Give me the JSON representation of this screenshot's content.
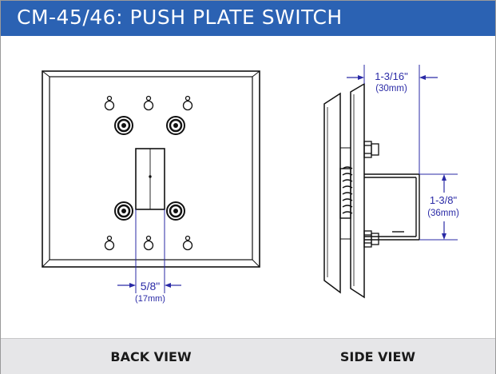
{
  "header": {
    "title": "CM-45/46: PUSH PLATE SWITCH"
  },
  "back_view": {
    "label": "BACK VIEW",
    "dimension": {
      "value": "5/8\"",
      "metric": "(17mm)"
    }
  },
  "side_view": {
    "label": "SIDE VIEW",
    "depth_dimension": {
      "value": "1-3/16\"",
      "metric": "(30mm)"
    },
    "height_dimension": {
      "value": "1-3/8\"",
      "metric": "(36mm)"
    }
  },
  "colors": {
    "header": "#2b62b3",
    "footer": "#e6e6e8",
    "dimension_lines": "#2a2aa6",
    "line_art": "#111111"
  }
}
